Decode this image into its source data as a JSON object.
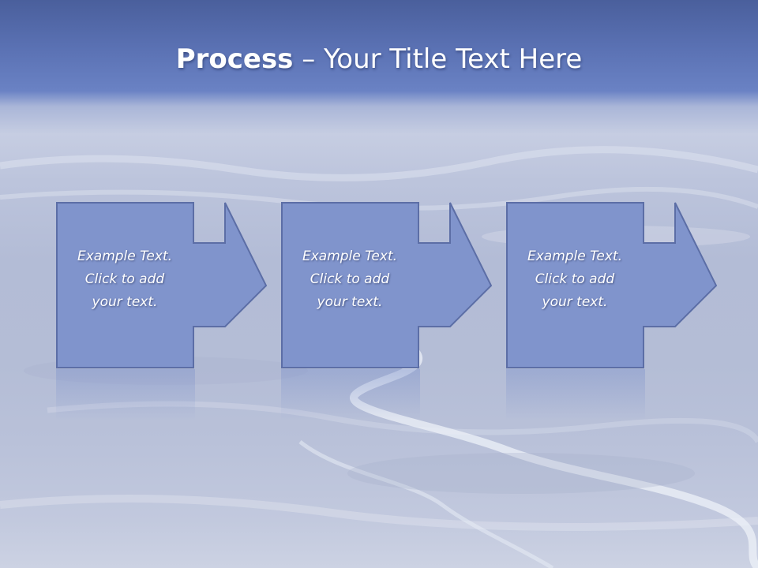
{
  "slide": {
    "title_bold": "Process",
    "title_rest": " – Your Title Text Here"
  },
  "steps": [
    {
      "line1": "Example Text.",
      "line2": "Click  to add",
      "line3": "your text."
    },
    {
      "line1": "Example Text.",
      "line2": "Click  to add",
      "line3": "your text."
    },
    {
      "line1": "Example Text.",
      "line2": "Click  to add",
      "line3": "your text."
    }
  ],
  "colors": {
    "header_band": "#5a71b3",
    "box_fill": "#8094cc",
    "box_stroke": "#5c6ea6",
    "text": "#ffffff"
  }
}
